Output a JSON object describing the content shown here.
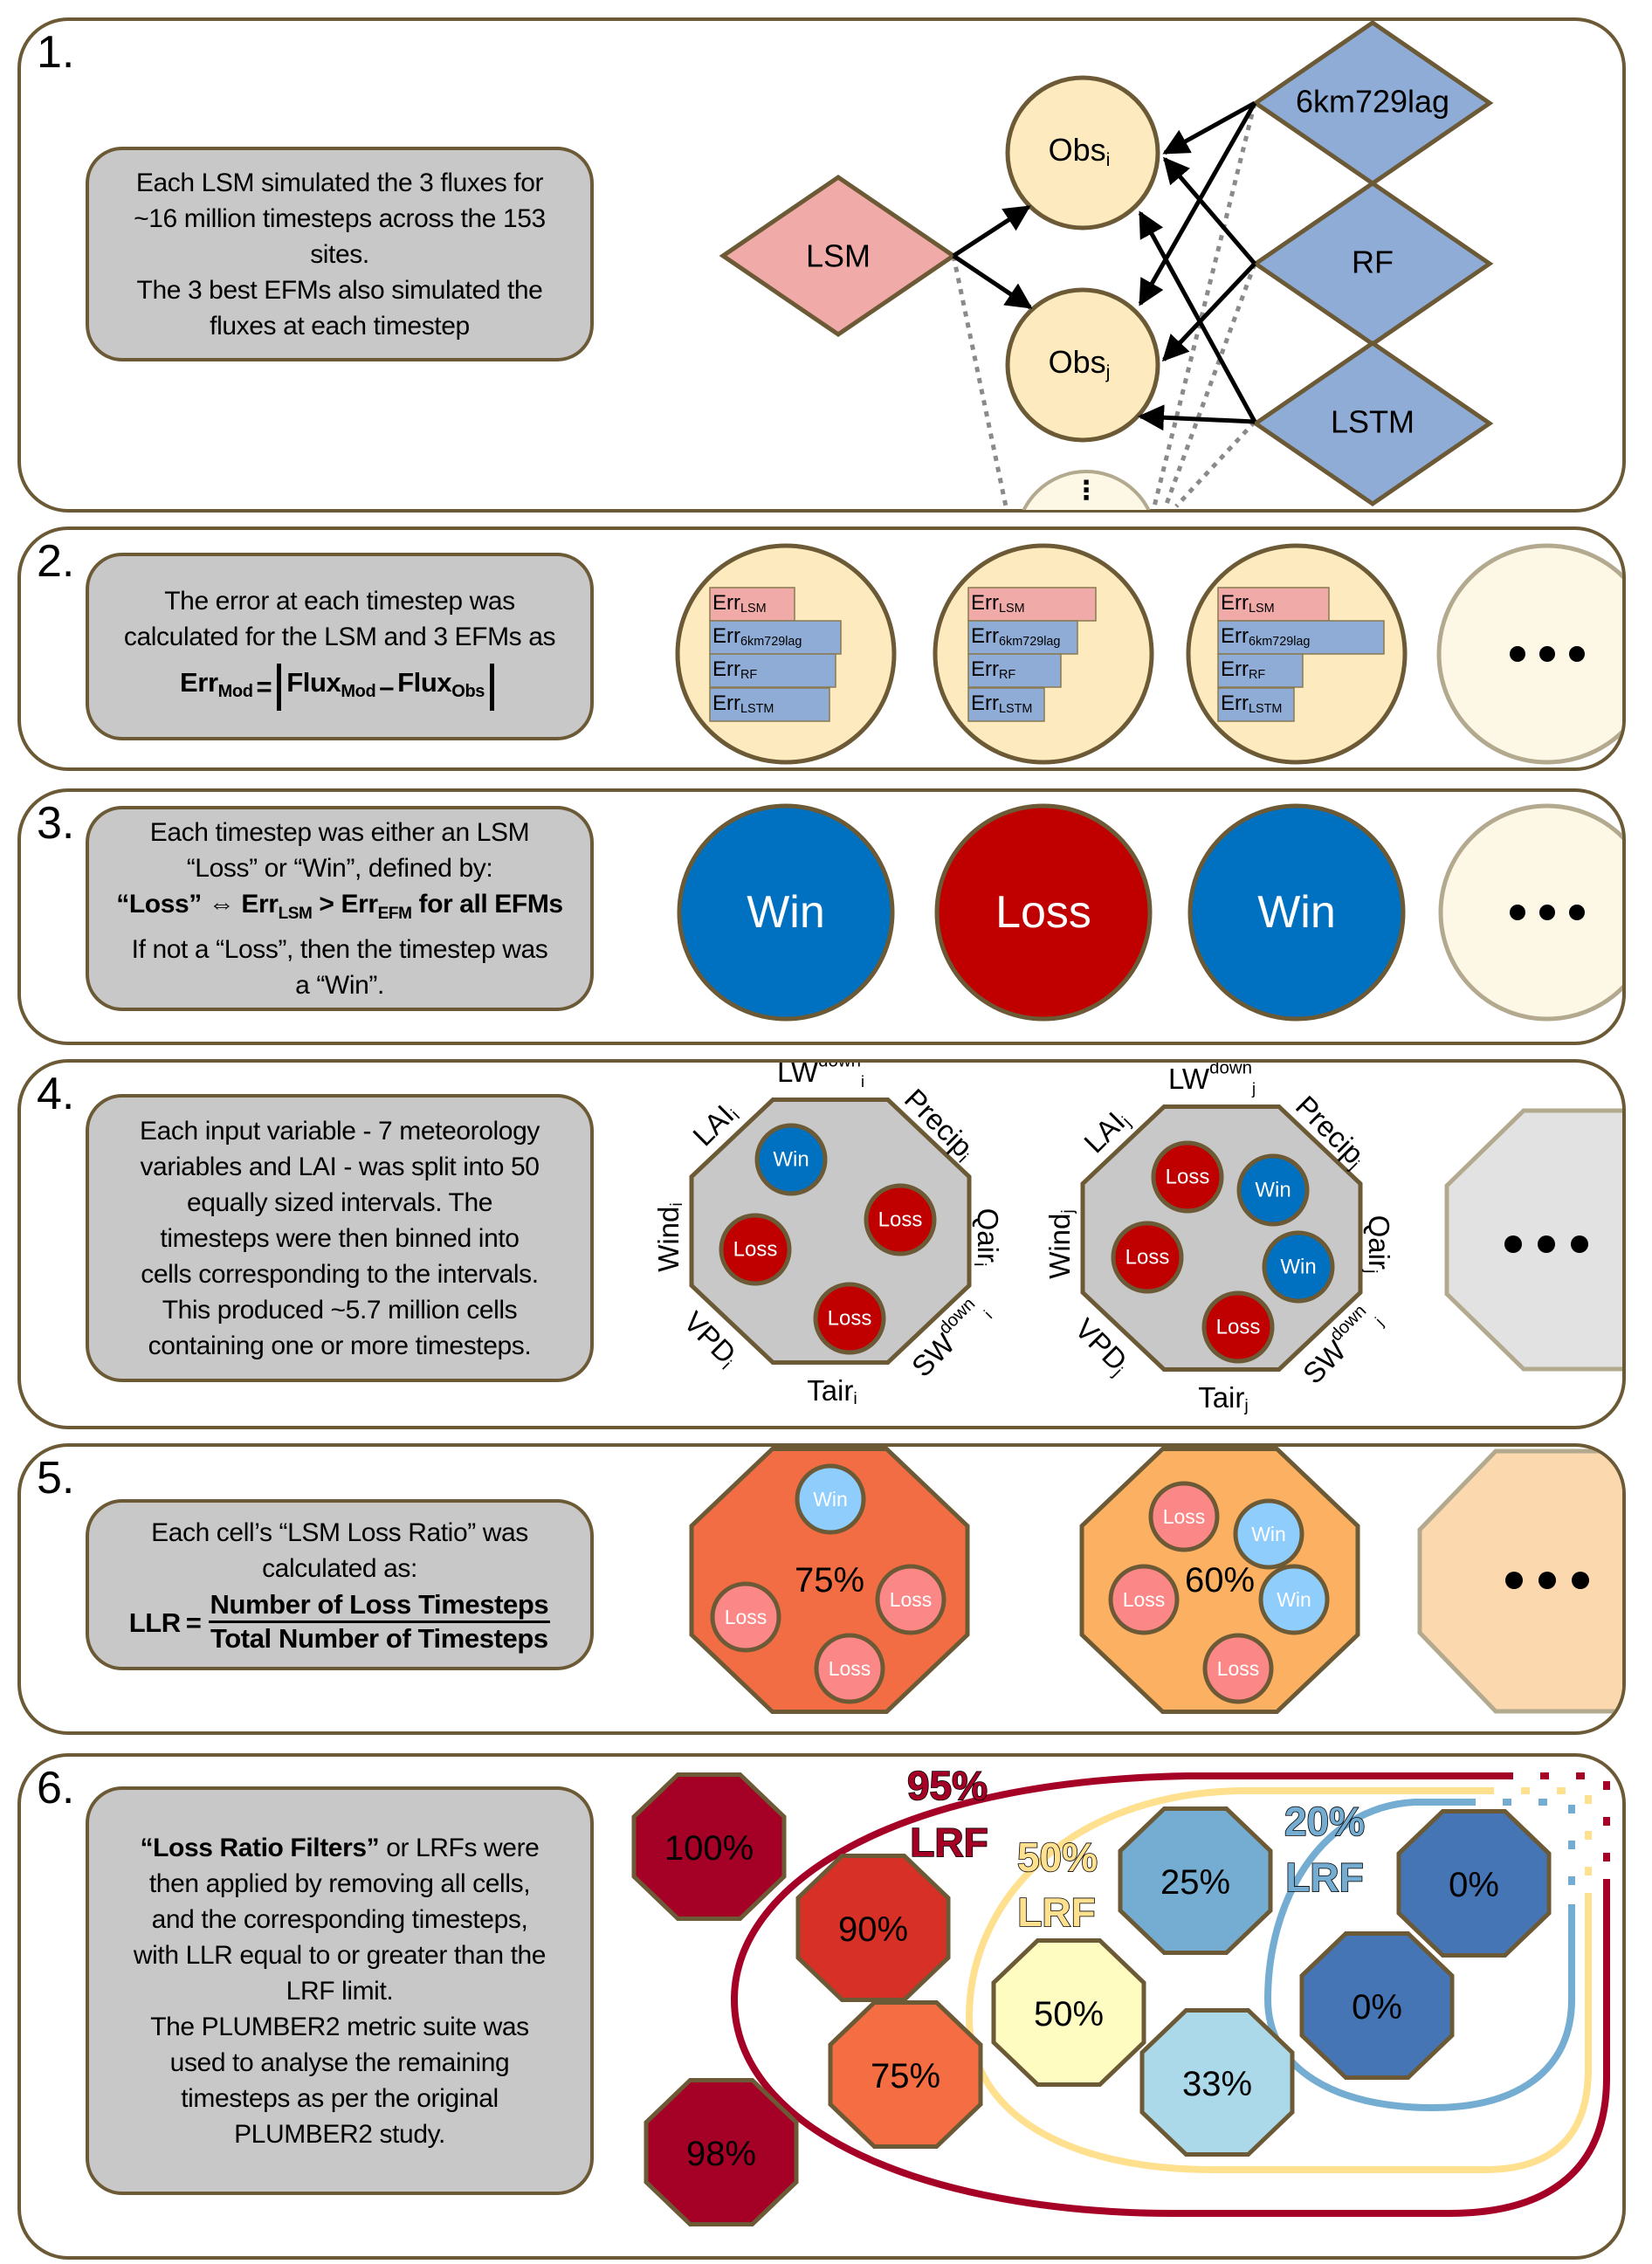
{
  "colors": {
    "panel_border": "#6b5a35",
    "textbox_fill": "#c8c8c8",
    "lsm": "#f0aaa8",
    "efm": "#8eacd6",
    "obs": "#fdebbf",
    "placeholder": "#fdf7e6",
    "placeholder_border": "#b2a98f",
    "win": "#0070c0",
    "loss": "#c00000",
    "win_light": "#8ecdfc",
    "loss_light": "#fc8787",
    "octagon_gray": "#c8c8c8",
    "octagon_gray_light": "#e2e2e2",
    "llr_75": "#f26d43",
    "llr_60": "#fbb062",
    "llr_placeholder": "#fcd8ae",
    "lrf95": "#a50026",
    "lrf50": "#fee08f",
    "lrf20": "#74add1"
  },
  "panels": [
    {
      "number": "1.",
      "text": [
        "Each LSM simulated the 3 fluxes for",
        "~16 million timesteps across the 153",
        "sites.",
        "The 3 best EFMs also simulated the",
        "fluxes at each timestep"
      ]
    },
    {
      "number": "2.",
      "text": [
        "The error at each timestep was",
        "calculated for the LSM and 3 EFMs as"
      ],
      "formula": {
        "lhs": "Err",
        "lhs_sub": "Mod",
        "eq": "=",
        "a": "Flux",
        "a_sub": "Mod",
        "minus": "–",
        "b": "Flux",
        "b_sub": "Obs"
      }
    },
    {
      "number": "3.",
      "text_before": [
        "Each timestep was either an LSM",
        "“Loss” or “Win”, defined by:"
      ],
      "rule": {
        "loss": "“Loss”",
        "iff": "⇔",
        "err": "Err",
        "lsm_sub": "LSM",
        "gt": ">",
        "err2": "Err",
        "efm_sub": "EFM",
        "tail": "for all EFMs"
      },
      "text_after": [
        "If not a “Loss”, then the timestep was",
        "a “Win”."
      ]
    },
    {
      "number": "4.",
      "text": [
        "Each input variable - 7 meteorology",
        "variables and LAI - was split into 50",
        "equally sized intervals. The",
        "timesteps were then binned into",
        "cells corresponding to the intervals.",
        "This produced ~5.7 million cells",
        "containing one or more timesteps."
      ]
    },
    {
      "number": "5.",
      "text": [
        "Each cell’s “LSM Loss Ratio” was",
        "calculated as:"
      ],
      "formula": {
        "lhs": "LLR",
        "eq": "=",
        "numerator": "Number of Loss Timesteps",
        "denominator": "Total Number of Timesteps"
      }
    },
    {
      "number": "6.",
      "text_bold": "“Loss Ratio Filters”",
      "text_first_rest": " or LRFs were",
      "text": [
        "then applied by removing all cells,",
        "and the corresponding timesteps,",
        "with LLR equal to or greater than the",
        "LRF limit.",
        "The PLUMBER2 metric suite was",
        "used to analyse the remaining",
        "timesteps as per the original",
        "PLUMBER2 study."
      ]
    }
  ],
  "step1_diagram": {
    "lsm": {
      "label": "LSM"
    },
    "obs": [
      {
        "base": "Obs",
        "sub": "i"
      },
      {
        "base": "Obs",
        "sub": "j"
      }
    ],
    "efms": [
      {
        "label": "6km729lag"
      },
      {
        "label": "RF"
      },
      {
        "label": "LSTM"
      }
    ],
    "more_glyph": "⋮"
  },
  "step2_diagram": {
    "prefix": "Err",
    "timesteps": [
      {
        "errors": [
          {
            "model": "LSM",
            "rel": 0.51
          },
          {
            "model": "6km729lag",
            "rel": 0.79
          },
          {
            "model": "RF",
            "rel": 0.76
          },
          {
            "model": "LSTM",
            "rel": 0.72
          }
        ]
      },
      {
        "errors": [
          {
            "model": "LSM",
            "rel": 0.77
          },
          {
            "model": "6km729lag",
            "rel": 0.66
          },
          {
            "model": "RF",
            "rel": 0.56
          },
          {
            "model": "LSTM",
            "rel": 0.46
          }
        ]
      },
      {
        "errors": [
          {
            "model": "LSM",
            "rel": 0.67
          },
          {
            "model": "6km729lag",
            "rel": 1.0
          },
          {
            "model": "RF",
            "rel": 0.51
          },
          {
            "model": "LSTM",
            "rel": 0.46
          }
        ]
      }
    ],
    "more_glyph": "•••"
  },
  "step3_diagram": {
    "timesteps": [
      "Win",
      "Loss",
      "Win"
    ],
    "more_glyph": "•••"
  },
  "step4_diagram": {
    "cells": [
      {
        "sub": "i",
        "labels": {
          "top": "LW",
          "top_sup": "down",
          "top_right": "Precip",
          "right": "Qair",
          "bottom_right": "SW",
          "bottom_right_sup": "down",
          "bottom": "Tair",
          "bottom_left": "VPD",
          "left": "Wind",
          "top_left": "LAI"
        },
        "timesteps": [
          "Win",
          "Loss",
          "Loss",
          "Loss"
        ]
      },
      {
        "sub": "j",
        "labels": {
          "top": "LW",
          "top_sup": "down",
          "top_right": "Precip",
          "right": "Qair",
          "bottom_right": "SW",
          "bottom_right_sup": "down",
          "bottom": "Tair",
          "bottom_left": "VPD",
          "left": "Wind",
          "top_left": "LAI"
        },
        "timesteps": [
          "Loss",
          "Win",
          "Loss",
          "Win",
          "Loss"
        ]
      }
    ],
    "more_glyph": "•••"
  },
  "step5_diagram": {
    "cells": [
      {
        "llr": "75%",
        "timesteps": [
          "Win",
          "Loss",
          "Loss",
          "Loss"
        ]
      },
      {
        "llr": "60%",
        "timesteps": [
          "Loss",
          "Win",
          "Loss",
          "Win",
          "Loss"
        ]
      }
    ],
    "more_glyph": "•••"
  },
  "step6_diagram": {
    "cells": [
      {
        "llr": "100%",
        "color": "#a50026"
      },
      {
        "llr": "98%",
        "color": "#a50026"
      },
      {
        "llr": "90%",
        "color": "#d73027"
      },
      {
        "llr": "75%",
        "color": "#f46d43"
      },
      {
        "llr": "50%",
        "color": "#fefcc0"
      },
      {
        "llr": "25%",
        "color": "#74add1"
      },
      {
        "llr": "33%",
        "color": "#abd9e9"
      },
      {
        "llr": "0%",
        "color": "#4575b4"
      },
      {
        "llr": "0%",
        "color": "#4575b4"
      }
    ],
    "filters": [
      {
        "limit": "95%",
        "label": "LRF",
        "color": "#a50026"
      },
      {
        "limit": "50%",
        "label": "LRF",
        "color": "#fee08f"
      },
      {
        "limit": "20%",
        "label": "LRF",
        "color": "#74add1"
      }
    ]
  }
}
